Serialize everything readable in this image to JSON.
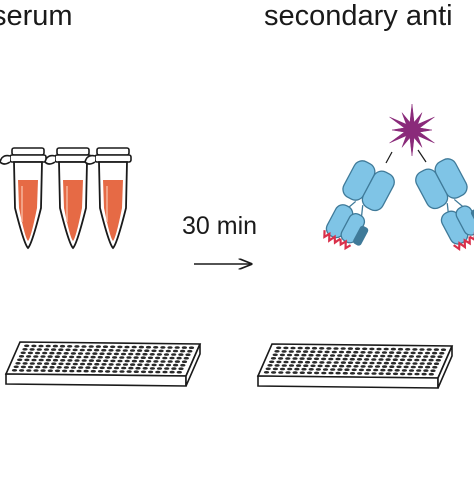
{
  "labels": {
    "serum": "serum",
    "secondary": "secondary anti",
    "time": "30 min"
  },
  "colors": {
    "serum_fill": "#e66a45",
    "tube_outline": "#1a1a1a",
    "antibody_body": "#7fc4e6",
    "antibody_dark": "#3f7a99",
    "antibody_tip": "#d9304a",
    "fluorophore": "#8a2a7a",
    "plate_fill": "#ffffff",
    "plate_stroke": "#1a1a1a"
  },
  "icons": {
    "tubes": "microcentrifuge-tube-icon",
    "antibody": "antibody-icon",
    "fluorophore": "star-burst-icon",
    "plate": "well-plate-icon",
    "arrow": "right-arrow-icon"
  }
}
